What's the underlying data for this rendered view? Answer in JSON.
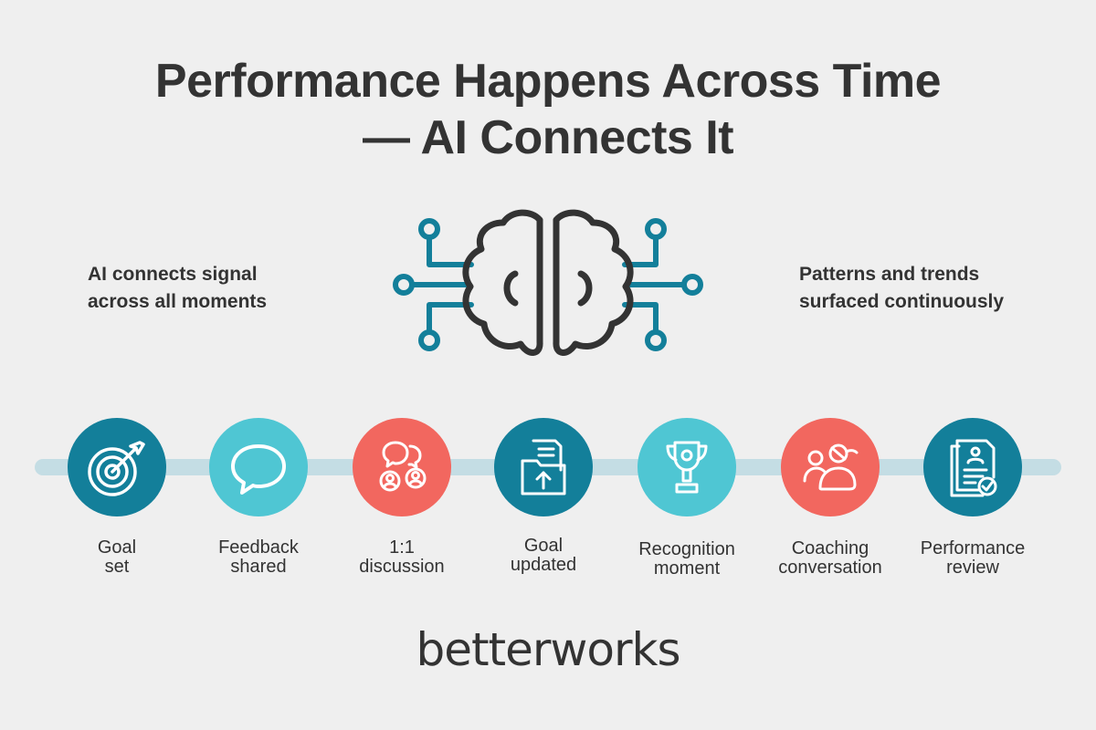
{
  "title": {
    "line1": "Performance Happens Across Time",
    "line2": "— AI Connects It"
  },
  "left_caption": {
    "line1": "AI connects signal",
    "line2": "across all moments"
  },
  "right_caption": {
    "line1": "Patterns and trends",
    "line2": "surfaced continuously"
  },
  "center_icon": "brain-circuit-icon",
  "colors": {
    "background": "#efefef",
    "text": "#333333",
    "navy_teal": "#137f9a",
    "light_teal": "#4fc6d3",
    "coral": "#f2675f",
    "timeline": "#c4dde4"
  },
  "steps": [
    {
      "line1": "Goal",
      "line2": "set",
      "icon": "target-icon",
      "color": "#137f9a"
    },
    {
      "line1": "Feedback",
      "line2": "shared",
      "icon": "speech-bubble-icon",
      "color": "#4fc6d3"
    },
    {
      "line1": "1:1",
      "line2": "discussion",
      "icon": "people-chat-icon",
      "color": "#f2675f"
    },
    {
      "line1": "Goal",
      "line2": "updated",
      "icon": "document-upload-icon",
      "color": "#137f9a"
    },
    {
      "line1": "Recognition",
      "line2": "moment",
      "icon": "trophy-icon",
      "color": "#4fc6d3"
    },
    {
      "line1": "Coaching",
      "line2": "conversation",
      "icon": "coaching-icon",
      "color": "#f2675f"
    },
    {
      "line1": "Performance",
      "line2": "review",
      "icon": "review-document-icon",
      "color": "#137f9a"
    }
  ],
  "brand": "betterworks"
}
